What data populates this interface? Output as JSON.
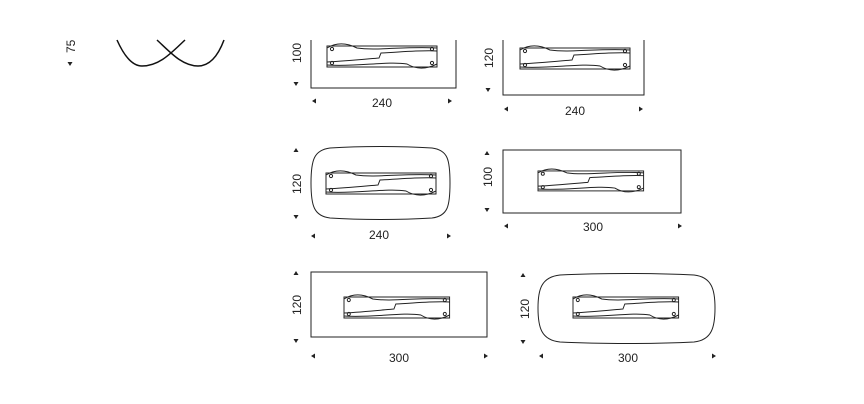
{
  "side_view": {
    "height_label": "75"
  },
  "diagrams": [
    {
      "shape": "rectangular",
      "depth": "100",
      "width": "240"
    },
    {
      "shape": "rectangular",
      "depth": "120",
      "width": "240"
    },
    {
      "shape": "rounded",
      "depth": "120",
      "width": "240"
    },
    {
      "shape": "rectangular",
      "depth": "100",
      "width": "300"
    },
    {
      "shape": "rectangular",
      "depth": "120",
      "width": "300"
    },
    {
      "shape": "rounded",
      "depth": "120",
      "width": "300"
    }
  ]
}
